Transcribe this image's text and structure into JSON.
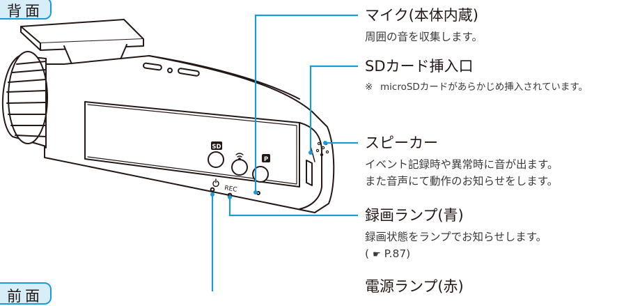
{
  "section_tabs": {
    "top": "背面",
    "bottom": "前面"
  },
  "device_labels": {
    "sd_button": "SD",
    "p_button": "P",
    "rec_label": "REC"
  },
  "callouts": {
    "mic": {
      "title": "マイク(本体内蔵)",
      "desc": "周囲の音を収集します。"
    },
    "sd_slot": {
      "title": "SDカード挿入口",
      "note_mark": "※",
      "note": "microSDカードがあらかじめ挿入されています。"
    },
    "speaker": {
      "title": "スピーカー",
      "desc1": "イベント記録時や異常時に音が出ます。",
      "desc2": "また音声にて動作のお知らせをします。"
    },
    "rec_lamp": {
      "title": "録画ランプ(青)",
      "desc": "録画状態をランプでお知らせします。",
      "ref_open": "(",
      "ref_icon": "hand-pointing-icon",
      "ref_text": "P.87)"
    },
    "power_lamp": {
      "title": "電源ランプ(赤)"
    }
  },
  "colors": {
    "accent": "#1a9bd7",
    "tab_fill": "#d7eef9",
    "line": "#231815"
  }
}
